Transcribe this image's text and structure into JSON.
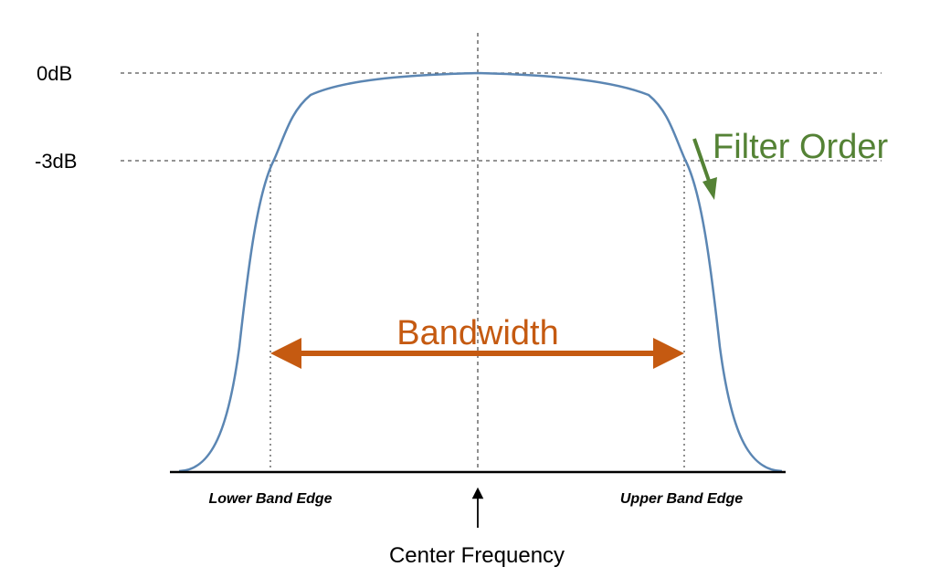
{
  "levels": {
    "top": "0dB",
    "minus3": "-3dB"
  },
  "band_edges": {
    "lower": "Lower Band Edge",
    "upper": "Upper Band Edge"
  },
  "center_frequency": "Center Frequency",
  "bandwidth_label": "Bandwidth",
  "filter_order_label": "Filter Order",
  "colors": {
    "curve": "#5b86b3",
    "bandwidth": "#c55a11",
    "filter_order": "#548235",
    "guides": "#555555",
    "axis": "#000000"
  }
}
